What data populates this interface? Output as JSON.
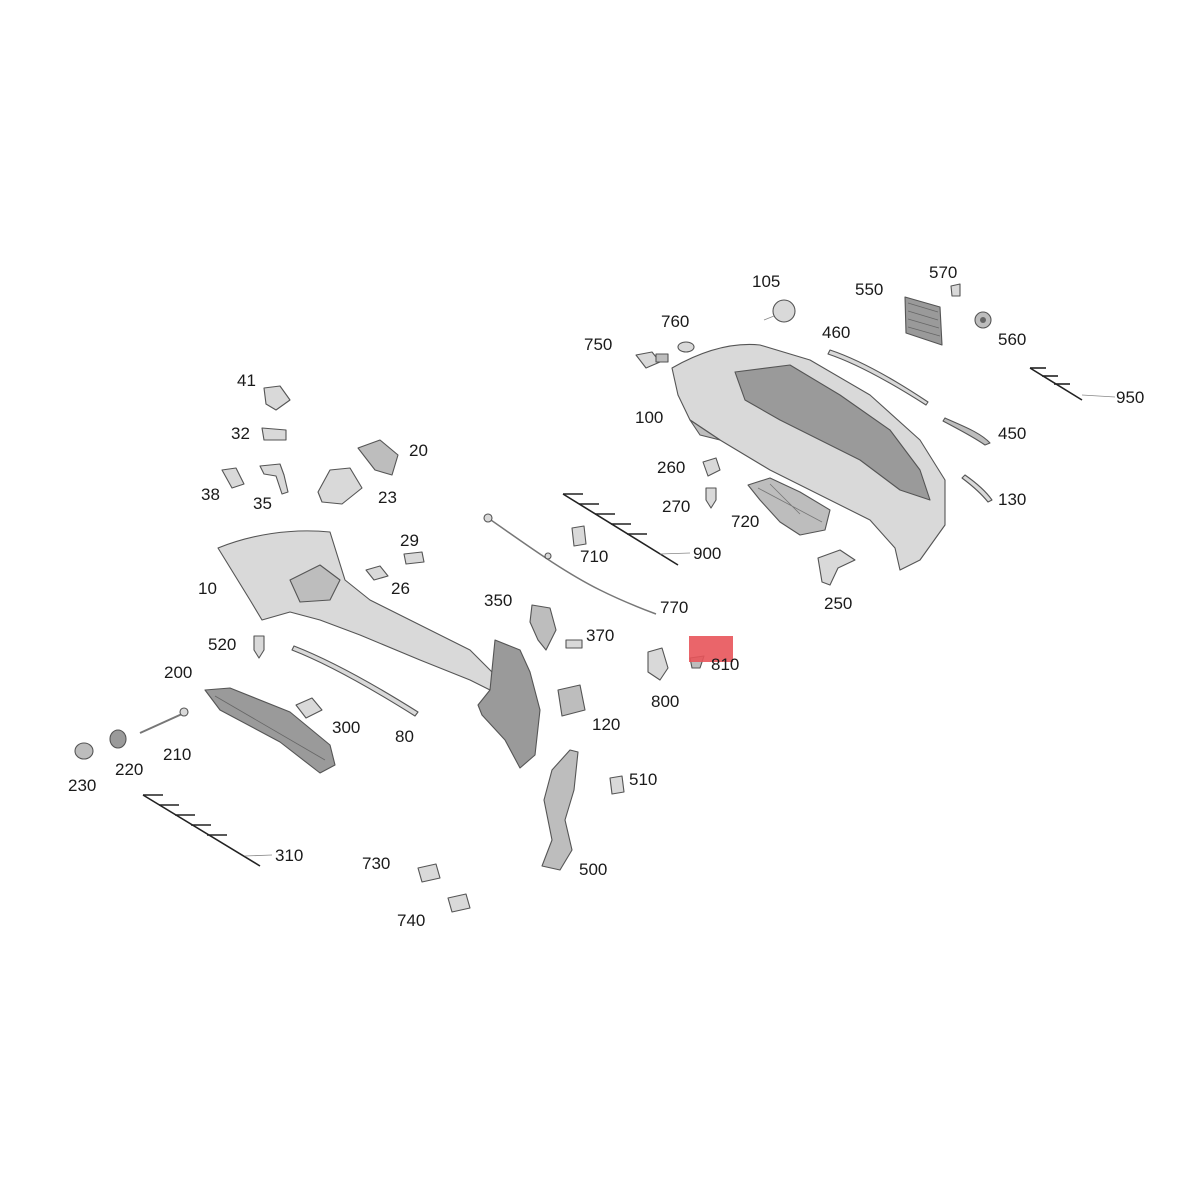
{
  "highlight": {
    "color": "#e8545a",
    "part": "810"
  },
  "parts": {
    "p10": "10",
    "p20": "20",
    "p23": "23",
    "p26": "26",
    "p29": "29",
    "p32": "32",
    "p35": "35",
    "p38": "38",
    "p41": "41",
    "p80": "80",
    "p100": "100",
    "p105": "105",
    "p120": "120",
    "p130": "130",
    "p200": "200",
    "p210": "210",
    "p220": "220",
    "p230": "230",
    "p250": "250",
    "p260": "260",
    "p270": "270",
    "p300": "300",
    "p310": "310",
    "p350": "350",
    "p370": "370",
    "p450": "450",
    "p460": "460",
    "p500": "500",
    "p510": "510",
    "p520": "520",
    "p550": "550",
    "p560": "560",
    "p570": "570",
    "p710": "710",
    "p720": "720",
    "p730": "730",
    "p740": "740",
    "p750": "750",
    "p760": "760",
    "p770": "770",
    "p800": "800",
    "p810": "810",
    "p900": "900",
    "p950": "950"
  }
}
